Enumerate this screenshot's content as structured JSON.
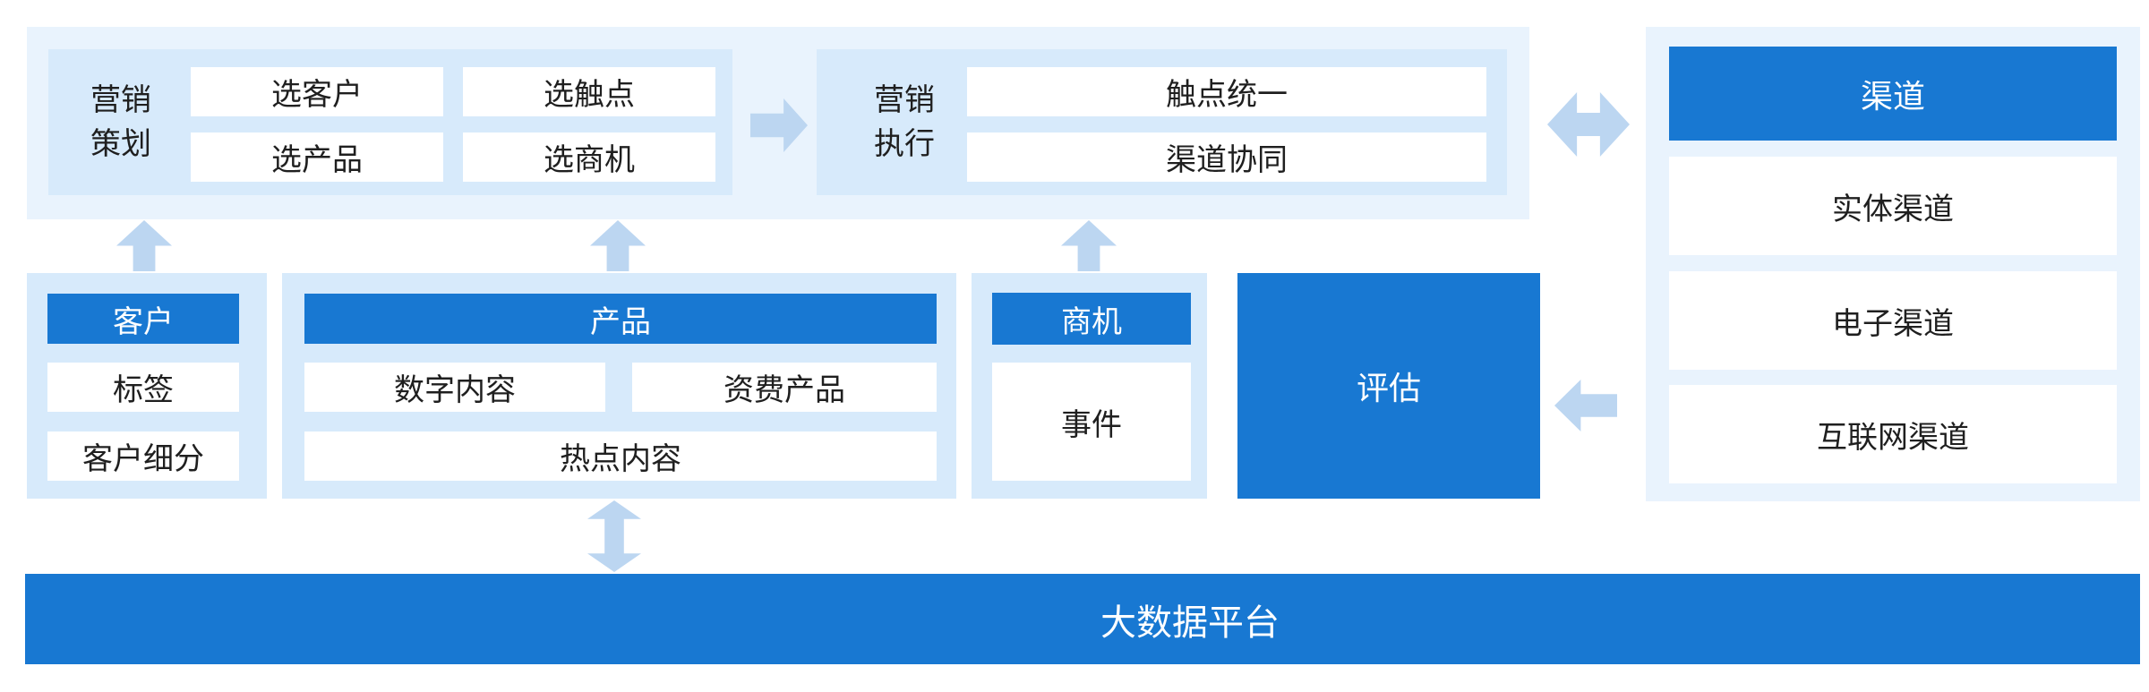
{
  "colors": {
    "accent_blue": "#1878d2",
    "band_light_blue": "#e9f3fd",
    "group_light_blue": "#d7eafb",
    "arrow_blue": "#bcd6f1",
    "text_dark": "#1f1f1f",
    "box_white": "#ffffff"
  },
  "diagram": {
    "planning": {
      "title_lines": [
        "营销",
        "策划"
      ],
      "items": [
        "选客户",
        "选触点",
        "选产品",
        "选商机"
      ]
    },
    "execution": {
      "title_lines": [
        "营销",
        "执行"
      ],
      "items": [
        "触点统一",
        "渠道协同"
      ]
    },
    "channels": {
      "title": "渠道",
      "items": [
        "实体渠道",
        "电子渠道",
        "互联网渠道"
      ]
    },
    "customer": {
      "title": "客户",
      "items": [
        "标签",
        "客户细分"
      ]
    },
    "product": {
      "title": "产品",
      "items": [
        "数字内容",
        "资费产品",
        "热点内容"
      ]
    },
    "opportunity": {
      "title": "商机",
      "items": [
        "事件"
      ]
    },
    "evaluation": {
      "title": "评估"
    },
    "platform": {
      "title": "大数据平台"
    }
  },
  "arrows": {
    "planning_to_execution": "right",
    "execution_channels": "double-horizontal",
    "customer_up": "up",
    "product_up": "up",
    "opportunity_up": "up",
    "channels_to_evaluation": "left",
    "product_platform": "double-vertical"
  }
}
